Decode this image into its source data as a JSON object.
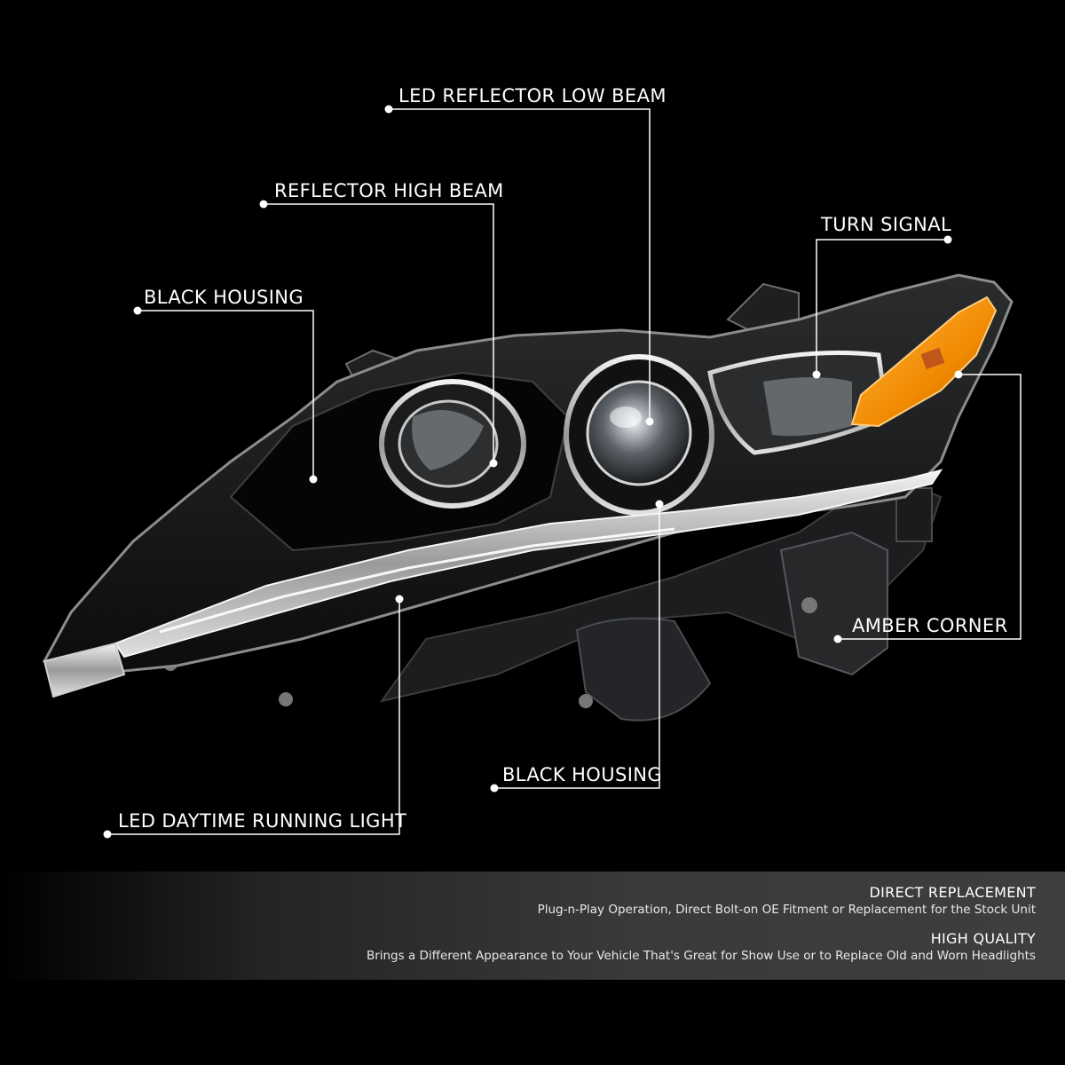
{
  "callouts": {
    "led_reflector_low_beam": "LED REFLECTOR LOW BEAM",
    "reflector_high_beam": "REFLECTOR HIGH BEAM",
    "turn_signal": "TURN SIGNAL",
    "black_housing_top": "BLACK HOUSING",
    "amber_corner": "AMBER CORNER",
    "black_housing_bottom": "BLACK HOUSING",
    "led_daytime_running_light": "LED DAYTIME RUNNING LIGHT"
  },
  "features": [
    {
      "title": "DIRECT REPLACEMENT",
      "description": "Plug-n-Play Operation, Direct Bolt-on OE Fitment or Replacement for the Stock Unit"
    },
    {
      "title": "HIGH QUALITY",
      "description": "Brings a Different Appearance to Your Vehicle That's Great for Show Use or to Replace Old and Worn Headlights"
    }
  ],
  "colors": {
    "background": "#000000",
    "text": "#ffffff",
    "amber": "#f08a00",
    "banner": "#3a3a3a"
  }
}
